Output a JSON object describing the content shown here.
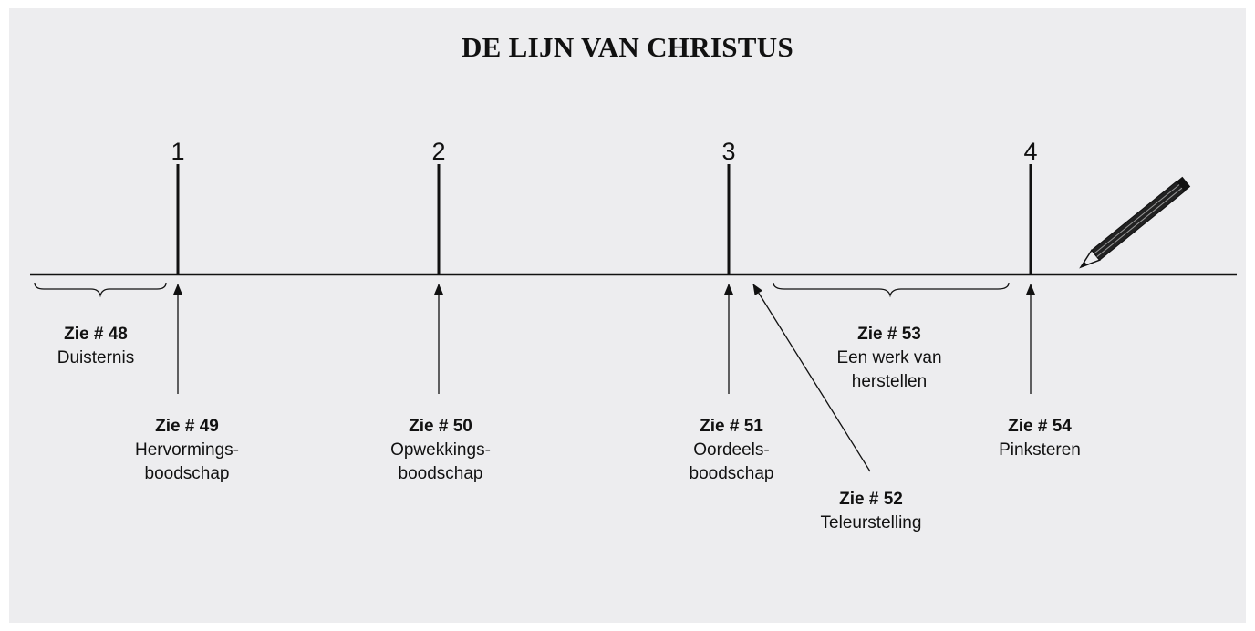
{
  "title": "DE LIJN VAN CHRISTUS",
  "markers": [
    "1",
    "2",
    "3",
    "4"
  ],
  "labels": {
    "l48": {
      "ref": "Zie # 48",
      "lines": [
        "Duisternis"
      ]
    },
    "l49": {
      "ref": "Zie # 49",
      "lines": [
        "Hervormings-",
        "boodschap"
      ]
    },
    "l50": {
      "ref": "Zie # 50",
      "lines": [
        "Opwekkings-",
        "boodschap"
      ]
    },
    "l51": {
      "ref": "Zie # 51",
      "lines": [
        "Oordeels-",
        "boodschap"
      ]
    },
    "l52": {
      "ref": "Zie # 52",
      "lines": [
        "Teleurstelling"
      ]
    },
    "l53": {
      "ref": "Zie # 53",
      "lines": [
        "Een werk van",
        "herstellen"
      ]
    },
    "l54": {
      "ref": "Zie # 54",
      "lines": [
        "Pinksteren"
      ]
    }
  },
  "icons": {
    "pencil": "pencil-icon"
  },
  "colors": {
    "background": "#ededef",
    "ink": "#111111"
  }
}
